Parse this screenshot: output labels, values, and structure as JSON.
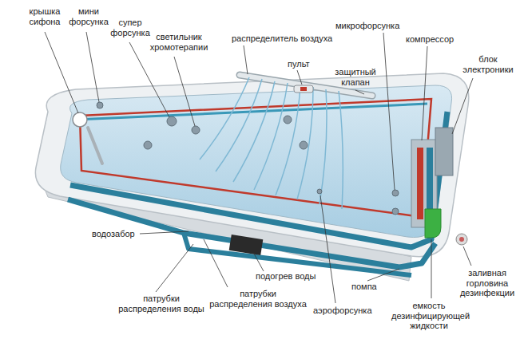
{
  "diagram": {
    "labels": [
      "крышка сифона",
      "мини форсунка",
      "супер форсунка",
      "светильник хромотерапии",
      "распределитель воздуха",
      "микрофорсунка",
      "компрессор",
      "пульт",
      "защитный клапан",
      "блок электроники",
      "водозабор",
      "заливная горловина дезинфекции",
      "подогрев воды",
      "патрубки распределения воздуха",
      "патрубки распределения воды",
      "помпа",
      "аэрофорсунка",
      "емкость дезинфицирующей жидкости"
    ]
  }
}
